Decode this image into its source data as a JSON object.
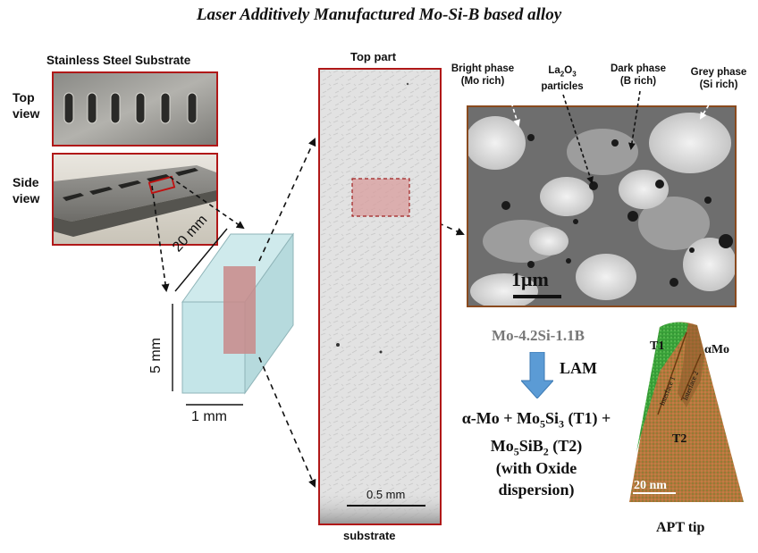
{
  "title": "Laser Additively Manufactured Mo-Si-B based alloy",
  "substrate": {
    "heading": "Stainless Steel Substrate",
    "top_view_label": [
      "Top",
      "view"
    ],
    "side_view_label": [
      "Side",
      "view"
    ]
  },
  "specimen": {
    "dim_length": "20 mm",
    "dim_height": "5 mm",
    "dim_width": "1 mm"
  },
  "section": {
    "top_label": "Top part",
    "bottom_label": "substrate",
    "scale_label": "0.5 mm"
  },
  "micrograph": {
    "phases": [
      {
        "name": "Bright phase",
        "detail": "(Mo rich)"
      },
      {
        "name": "La2O3",
        "detail": "particles"
      },
      {
        "name": "Dark phase",
        "detail": "(B rich)"
      },
      {
        "name": "Grey phase",
        "detail": "(Si rich)"
      }
    ],
    "scale_label": "1μm"
  },
  "composition": {
    "alloy": "Mo-4.2Si-1.1B",
    "process": "LAM",
    "product_line1": "α-Mo + Mo5Si3 (T1) +",
    "product_line2": "Mo5SiB2 (T2)",
    "note_line1": "(with Oxide",
    "note_line2": "dispersion)"
  },
  "apt": {
    "label_t1": "T1",
    "label_amo": "αMo",
    "label_t2": "T2",
    "interface1": "Interface 1",
    "interface2": "Interface 2",
    "scale_label": "20 nm",
    "caption": "APT tip"
  },
  "colors": {
    "frame_red": "#b01818",
    "box_cyan": "#bfe3e6",
    "section_pink": "#c98a8a",
    "arrow_blue": "#5b9bd5",
    "apt_green": "#3aa33a",
    "apt_orange": "#b7743c"
  }
}
